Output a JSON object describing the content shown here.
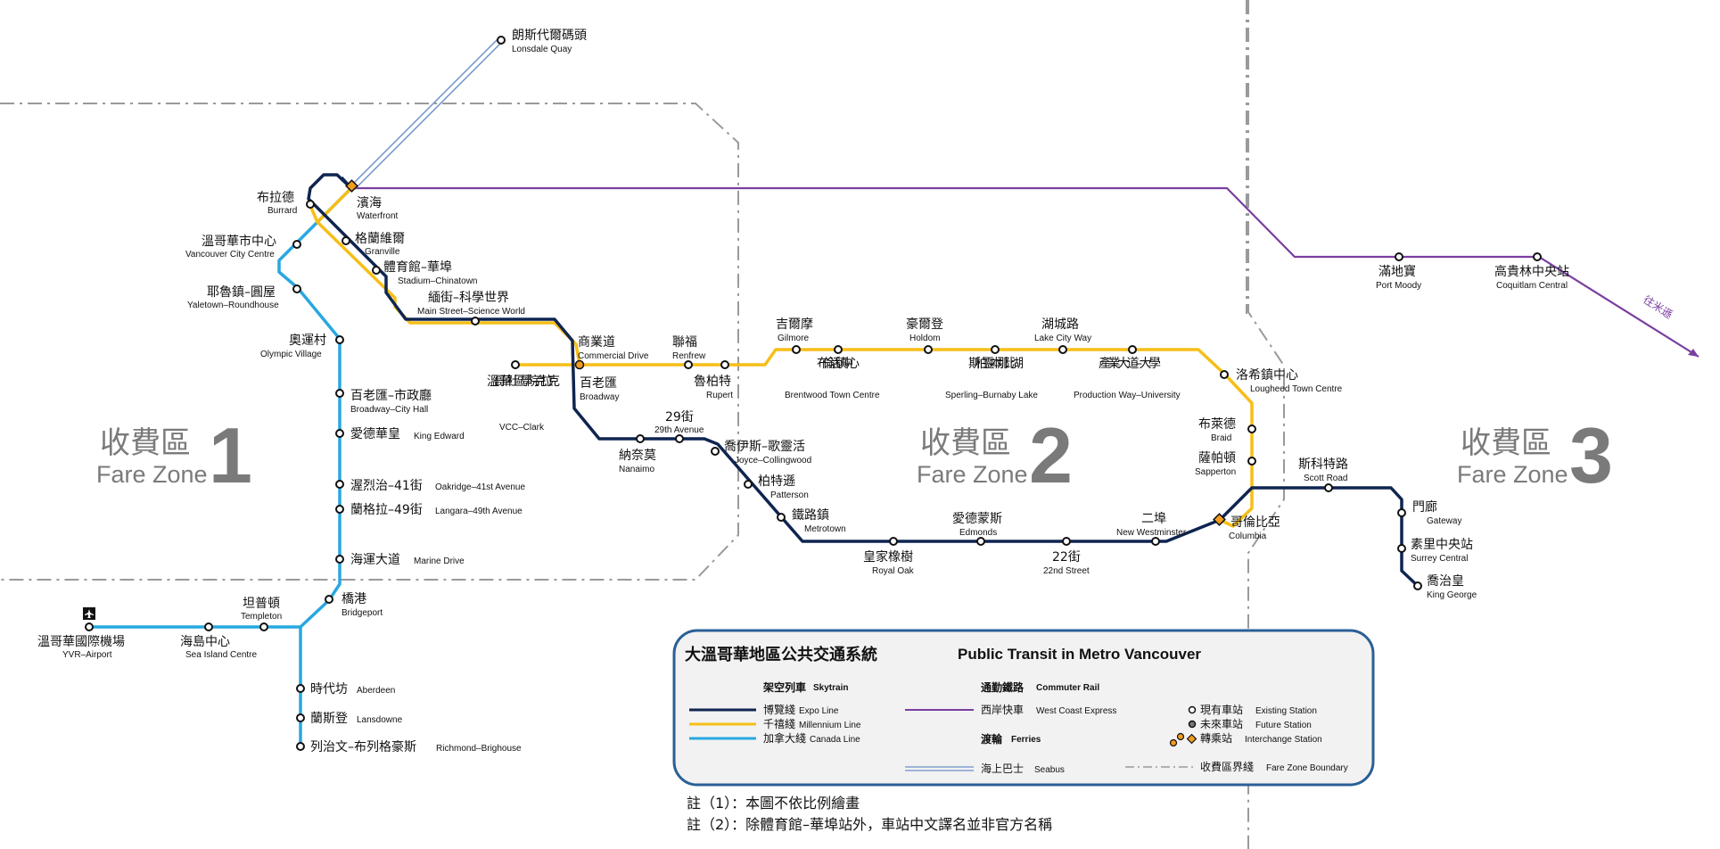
{
  "colors": {
    "expo": "#0f2550",
    "millennium": "#f6be17",
    "canada": "#27a8e0",
    "west_coast_express": "#7a3fa0",
    "seabus": "#6b8fc7",
    "zone_boundary": "#999999",
    "interchange": "#f29c1f",
    "legend_border": "#2b5f96",
    "legend_bg": "#f2f2f2"
  },
  "zones": [
    {
      "cn": "收費區",
      "en": "Fare Zone",
      "num": "1"
    },
    {
      "cn": "收費區",
      "en": "Fare Zone",
      "num": "2"
    },
    {
      "cn": "收費區",
      "en": "Fare Zone",
      "num": "3"
    }
  ],
  "stations": {
    "lonsdale": {
      "cn": "朗斯代爾碼頭",
      "en": "Lonsdale Quay"
    },
    "waterfront": {
      "cn": "濱海",
      "en": "Waterfront"
    },
    "burrard": {
      "cn": "布拉德",
      "en": "Burrard"
    },
    "granville": {
      "cn": "格蘭維爾",
      "en": "Granville"
    },
    "vcc": {
      "cn": "溫哥華市中心",
      "en": "Vancouver City Centre"
    },
    "stadium": {
      "cn": "體育館–華埠",
      "en": "Stadium–Chinatown"
    },
    "yaletown": {
      "cn": "耶魯鎮–圓屋",
      "en": "Yaletown–Roundhouse"
    },
    "mainstreet": {
      "cn": "緬街–科學世界",
      "en": "Main Street–Science World"
    },
    "olympic": {
      "cn": "奧運村",
      "en": "Olympic Village"
    },
    "broadwaych": {
      "cn": "百老匯–市政廳",
      "en": "Broadway–City Hall"
    },
    "kingedward": {
      "cn": "愛德華皇",
      "en": "King Edward"
    },
    "oakridge": {
      "cn": "渥烈治–41街",
      "en": "Oakridge–41st Avenue"
    },
    "langara": {
      "cn": "蘭格拉–49街",
      "en": "Langara–49th Avenue"
    },
    "marine": {
      "cn": "海運大道",
      "en": "Marine Drive"
    },
    "bridgeport": {
      "cn": "橋港",
      "en": "Bridgeport"
    },
    "templeton": {
      "cn": "坦普頓",
      "en": "Templeton"
    },
    "seaisland": {
      "cn": "海島中心",
      "en": "Sea Island Centre"
    },
    "yvr": {
      "cn": "溫哥華國際機場",
      "en": "YVR–Airport"
    },
    "aberdeen": {
      "cn": "時代坊",
      "en": "Aberdeen"
    },
    "lansdowne": {
      "cn": "蘭斯登",
      "en": "Lansdowne"
    },
    "richmond": {
      "cn": "列治文–布列格豪斯",
      "en": "Richmond–Brighouse"
    },
    "vccclark": {
      "cn": "溫哥華社區學院–克拉克",
      "en": "VCC–Clark"
    },
    "commercial": {
      "cn": "商業道",
      "en": "Commercial Drive"
    },
    "broadway": {
      "cn": "百老匯",
      "en": "Broadway"
    },
    "renfrew": {
      "cn": "聯福",
      "en": "Renfrew"
    },
    "rupert": {
      "cn": "魯柏特",
      "en": "Rupert"
    },
    "gilmore": {
      "cn": "吉爾摩",
      "en": "Gilmore"
    },
    "brentwood": {
      "cn": "布倫活鎮中心",
      "en": "Brentwood Town Centre"
    },
    "holdom": {
      "cn": "豪爾登",
      "en": "Holdom"
    },
    "sperling": {
      "cn": "斯柏靈–本那比湖",
      "en": "Sperling–Burnaby Lake"
    },
    "lakecity": {
      "cn": "湖城路",
      "en": "Lake City Way"
    },
    "production": {
      "cn": "產業大道–大學",
      "en": "Production Way–University"
    },
    "lougheed": {
      "cn": "洛希鎮中心",
      "en": "Lougheed Town Centre"
    },
    "braid": {
      "cn": "布萊德",
      "en": "Braid"
    },
    "sapperton": {
      "cn": "薩帕頓",
      "en": "Sapperton"
    },
    "columbia": {
      "cn": "哥倫比亞",
      "en": "Columbia"
    },
    "newwest": {
      "cn": "二埠",
      "en": "New Westminster"
    },
    "22nd": {
      "cn": "22街",
      "en": "22nd Street"
    },
    "edmonds": {
      "cn": "愛德蒙斯",
      "en": "Edmonds"
    },
    "royaloak": {
      "cn": "皇家橡樹",
      "en": "Royal Oak"
    },
    "metrotown": {
      "cn": "鐵路鎮",
      "en": "Metrotown"
    },
    "patterson": {
      "cn": "柏特遜",
      "en": "Patterson"
    },
    "joyce": {
      "cn": "喬伊斯–歌靈活",
      "en": "Joyce–Collingwood"
    },
    "29th": {
      "cn": "29街",
      "en": "29th Avenue"
    },
    "nanaimo": {
      "cn": "納奈莫",
      "en": "Nanaimo"
    },
    "scott": {
      "cn": "斯科特路",
      "en": "Scott Road"
    },
    "gateway": {
      "cn": "門廊",
      "en": "Gateway"
    },
    "surrey": {
      "cn": "素里中央站",
      "en": "Surrey Central"
    },
    "kinggeorge": {
      "cn": "喬治皇",
      "en": "King George"
    },
    "portmoody": {
      "cn": "滿地寶",
      "en": "Port Moody"
    },
    "coquitlam": {
      "cn": "高貴林中央站",
      "en": "Coquitlam Central"
    }
  },
  "mission_label": "往米遜",
  "legend": {
    "title_cn": "大溫哥華地區公共交通系統",
    "title_en": "Public Transit in Metro Vancouver",
    "skytrain_cn": "架空列車",
    "skytrain_en": "Skytrain",
    "expo_cn": "博覽綫",
    "expo_en": "Expo Line",
    "millennium_cn": "千禧綫",
    "millennium_en": "Millennium Line",
    "canada_cn": "加拿大綫",
    "canada_en": "Canada Line",
    "commuter_cn": "通勤鐵路",
    "commuter_en": "Commuter Rail",
    "wce_cn": "西岸快車",
    "wce_en": "West Coast Express",
    "ferries_cn": "渡輪",
    "ferries_en": "Ferries",
    "seabus_cn": "海上巴士",
    "seabus_en": "Seabus",
    "existing_cn": "現有車站",
    "existing_en": "Existing Station",
    "future_cn": "未來車站",
    "future_en": "Future Station",
    "interchange_cn": "轉乘站",
    "interchange_en": "Interchange Station",
    "boundary_cn": "收費區界綫",
    "boundary_en": "Fare Zone Boundary"
  },
  "notes": [
    "註（1）：本圖不依比例繪畫",
    "註（2）：除體育館–華埠站外，車站中文譯名並非官方名稱"
  ]
}
